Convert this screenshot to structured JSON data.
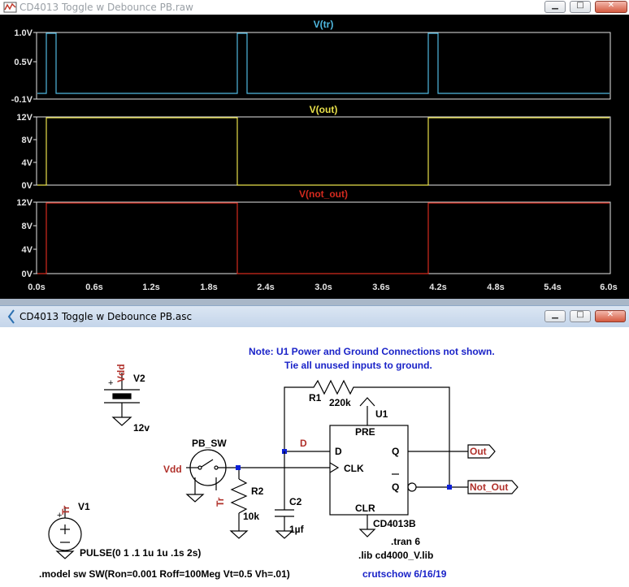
{
  "plot_window": {
    "title": "CD4013 Toggle w Debounce PB.raw",
    "panes": [
      {
        "trace": "V(tr)",
        "color": "#4fb8e0",
        "yticks": [
          "1.0V",
          "0.5V",
          "-0.1V"
        ]
      },
      {
        "trace": "V(out)",
        "color": "#e8e04a",
        "yticks": [
          "12V",
          "8V",
          "4V",
          "0V"
        ]
      },
      {
        "trace": "V(not_out)",
        "color": "#d42a1e",
        "yticks": [
          "12V",
          "8V",
          "4V",
          "0V"
        ]
      }
    ],
    "xticks": [
      "0.0s",
      "0.6s",
      "1.2s",
      "1.8s",
      "2.4s",
      "3.0s",
      "3.6s",
      "4.2s",
      "4.8s",
      "5.4s",
      "6.0s"
    ]
  },
  "schematic_window": {
    "title": "CD4013 Toggle w Debounce PB.asc",
    "note_line1": "Note:  U1 Power and Ground Connections not shown.",
    "note_line2": "Tie all unused inputs to ground.",
    "labels": {
      "vdd_top": "Vdd",
      "v2_name": "V2",
      "v2_value": "12v",
      "plus1": "+",
      "pb_sw": "PB_SW",
      "vdd_left": "Vdd",
      "tr_sw": "Tr",
      "r2_name": "R2",
      "r2_value": "10k",
      "v1_name": "V1",
      "tr_v1": "Tr",
      "plus2": "+",
      "pulse": "PULSE(0 1 .1 1u 1u .1s 2s)",
      "model": ".model sw SW(Ron=0.001 Roff=100Meg Vt=0.5 Vh=.01)",
      "r1_name": "R1",
      "r1_value": "220k",
      "u1": "U1",
      "d_net": "D",
      "pin_pre": "PRE",
      "pin_d": "D",
      "pin_q": "Q",
      "pin_clk": "CLK",
      "pin_qbar": "Q",
      "pin_clr": "CLR",
      "c2_name": "C2",
      "c2_value": "1µf",
      "part": "CD4013B",
      "tran": ".tran 6",
      "lib": ".lib cd4000_V.lib",
      "out": "Out",
      "not_out": "Not_Out",
      "author": "crutschow 6/16/19"
    }
  },
  "window_buttons": {
    "minimize": "▁",
    "maximize": "□",
    "close": "✕"
  },
  "colors": {
    "trace_tr": "#4fb8e0",
    "trace_out": "#e8e04a",
    "trace_not_out": "#d42a1e",
    "note_blue": "#1a23c8",
    "net_red": "#b0302a"
  }
}
